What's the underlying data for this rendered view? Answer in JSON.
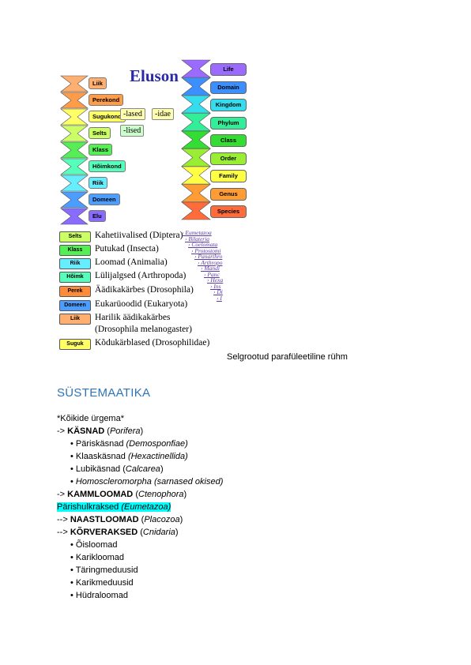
{
  "collage": {
    "pic1": {
      "title": "Eluson",
      "ranks": [
        "Liik",
        "Perekond",
        "Sugukond",
        "Selts",
        "Klass",
        "Hõimkond",
        "Riik",
        "Domeen",
        "Elu"
      ],
      "rank_colors": [
        "#ffb070",
        "#ff9c4a",
        "#ffff66",
        "#ccff66",
        "#55ee55",
        "#55ffbb",
        "#66eeff",
        "#4b9eff",
        "#8a6bff"
      ],
      "suffix_sugukond": [
        "-lased",
        "-idae"
      ],
      "suffix_selts": "-lised"
    },
    "pic2": {
      "ranks": [
        "Life",
        "Domain",
        "Kingdom",
        "Phylum",
        "Class",
        "Order",
        "Family",
        "Genus",
        "Species"
      ],
      "rank_colors": [
        "#9b6bff",
        "#3b8fff",
        "#33ddee",
        "#33ee99",
        "#33dd33",
        "#99ee33",
        "#ffff44",
        "#ff9c33",
        "#ff6b3b"
      ]
    },
    "pic3": {
      "rows": [
        {
          "badge": "Selts",
          "color": "#ccff66",
          "text": "Kahetiivalised (Diptera)"
        },
        {
          "badge": "Klass",
          "color": "#55ee55",
          "text": "Putukad (Insecta)"
        },
        {
          "badge": "Riik",
          "color": "#66eeff",
          "text": "Loomad (Animalia)"
        },
        {
          "badge": "Hõimk",
          "color": "#55ffbb",
          "text": "Lülijalgsed (Arthropoda)"
        },
        {
          "badge": "Perek",
          "color": "#ff8c3a",
          "text": "Äädikakärbes (Drosophila)"
        },
        {
          "badge": "Domeen",
          "color": "#4b9eff",
          "text": "Eukarüoodid (Eukaryota)"
        },
        {
          "badge": "Liik",
          "color": "#ffb070",
          "text": "Harilik äädikakärbes"
        },
        {
          "badge": "",
          "color": "",
          "text": "(Drosophila melanogaster)"
        },
        {
          "badge": "Suguk",
          "color": "#ffff66",
          "text": "Kõdukärblased (Drosophilidae)"
        }
      ],
      "tree": [
        "Eumetazoa",
        "Bilateria",
        "Coelomata",
        "Protostomi",
        "Panarthro",
        "Arthropo",
        "Mandi",
        "Panc",
        "Hexa",
        "Ins",
        "Di",
        "I"
      ]
    }
  },
  "caption": "Selgrootud parafüleetiline rühm",
  "heading": "SÜSTEMAATIKA",
  "lines": {
    "l0": "*Kõikide ürgema*",
    "l1_pre": "-> ",
    "l1_bold": "KÄSNAD",
    "l1_rest": " (",
    "l1_it": "Porifera",
    "l1_end": ")",
    "b1_pre": "• Päriskäsnad ",
    "b1_it": "(Demosponfiae)",
    "b2_pre": "• Klaaskäsnad ",
    "b2_it": "(Hexactinellida)",
    "b3_pre": "• Lubikäsnad (",
    "b3_it": "Calcarea",
    "b3_end": ")",
    "b4_pre": "• ",
    "b4_it": "Homoscleromorpha (sarnased okised)",
    "l2_pre": "-> ",
    "l2_bold": "KAMMLOOMAD",
    "l2_rest": " (",
    "l2_it": "Ctenophora",
    "l2_end": ")",
    "l3_pre": "Pärishulkraksed ",
    "l3_it": "(Eumetazoa)",
    "l4_pre": "--> ",
    "l4_bold": "NAASTLOOMAD",
    "l4_rest": " (",
    "l4_it": "Placozoa",
    "l4_end": ")",
    "l5_pre": "--> ",
    "l5_bold": "KÕRVERAKSED",
    "l5_rest": " (",
    "l5_it": "Cnidaria",
    "l5_end": ")",
    "c1": "• Õisloomad",
    "c2": "• Karikloomad",
    "c3": "• Täringmeduusid",
    "c4": "• Karikmeduusid",
    "c5": "• Hüdraloomad"
  },
  "colors": {
    "heading": "#2e74b5",
    "highlight": "#00ffff"
  }
}
